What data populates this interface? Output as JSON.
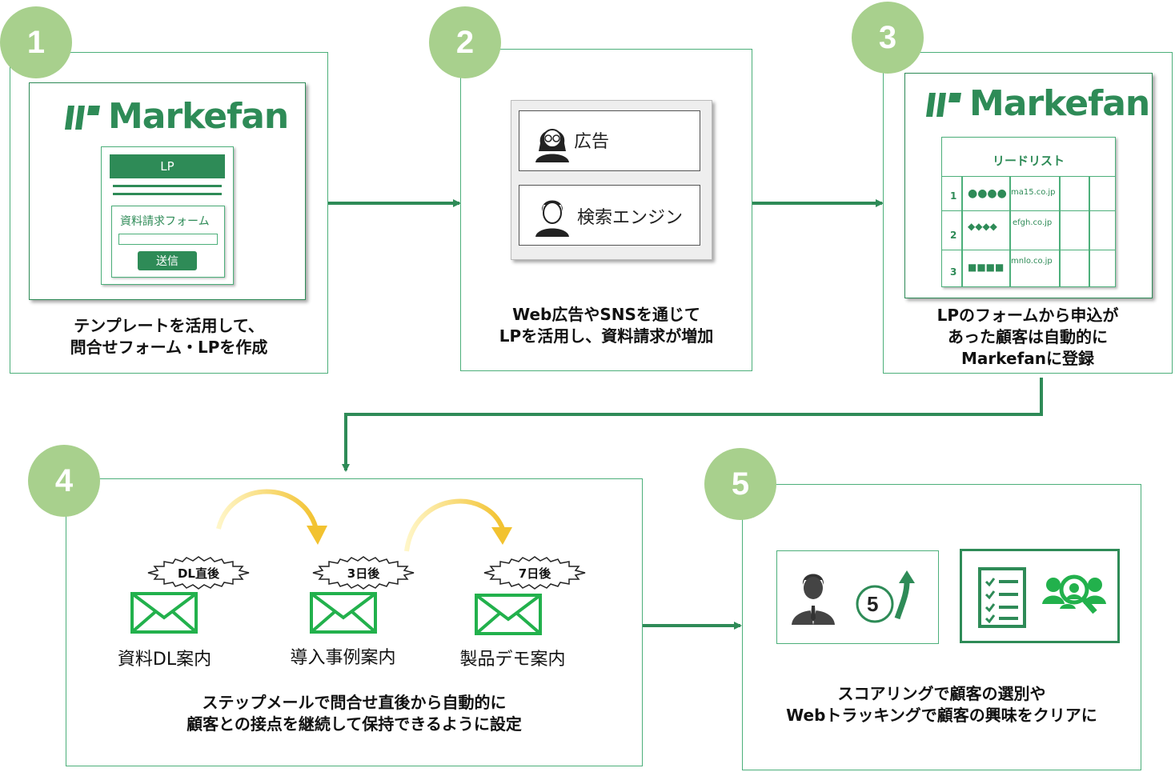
{
  "colors": {
    "accent": "#2e8b57",
    "badge": "#a8d08d",
    "border": "#4caf7a",
    "arrow_gold": "#f2c94c"
  },
  "steps": [
    {
      "number": "1",
      "caption_line1": "テンプレートを活用して、",
      "caption_line2": "問合せフォーム・LPを作成"
    },
    {
      "number": "2",
      "caption_line1": "Web広告やSNSを通じて",
      "caption_line2": "LPを活用し、資料請求が増加"
    },
    {
      "number": "3",
      "caption_line1": "LPのフォームから申込が",
      "caption_line2": "あった顧客は自動的に",
      "caption_line3": "Markefanに登録"
    },
    {
      "number": "4",
      "caption_line1": "ステップメールで問合せ直後から自動的に",
      "caption_line2": "顧客との接点を継続して保持できるように設定"
    },
    {
      "number": "5",
      "caption_line1": "スコアリングで顧客の選別や",
      "caption_line2": "Webトラッキングで顧客の興味をクリアに"
    }
  ],
  "logo": {
    "text": "Markefan",
    "icon": "markefan-logo-icon"
  },
  "lp_mock": {
    "header": "LP",
    "form_title": "資料請求フォーム",
    "submit": "送信"
  },
  "channels": [
    {
      "label": "広告",
      "icon": "woman-avatar-icon"
    },
    {
      "label": "検索エンジン",
      "icon": "man-avatar-icon"
    }
  ],
  "lead_list": {
    "title": "リードリスト",
    "rows": [
      {
        "no": "1",
        "name": "●●●●",
        "email": "ma15.co.jp"
      },
      {
        "no": "2",
        "name": "◆◆◆◆",
        "email": "efgh.co.jp"
      },
      {
        "no": "3",
        "name": "■■■■",
        "email": "mnlo.co.jp"
      }
    ]
  },
  "mails": [
    {
      "timing": "DL直後",
      "label": "資料DL案内",
      "icon": "envelope-icon"
    },
    {
      "timing": "3日後",
      "label": "導入事例案内",
      "icon": "envelope-icon"
    },
    {
      "timing": "7日後",
      "label": "製品デモ案内",
      "icon": "envelope-icon"
    }
  ],
  "scoring": {
    "score": "5",
    "icons": [
      "businessman-icon",
      "score-up-arrow-icon",
      "checklist-icon",
      "user-search-icon"
    ]
  }
}
